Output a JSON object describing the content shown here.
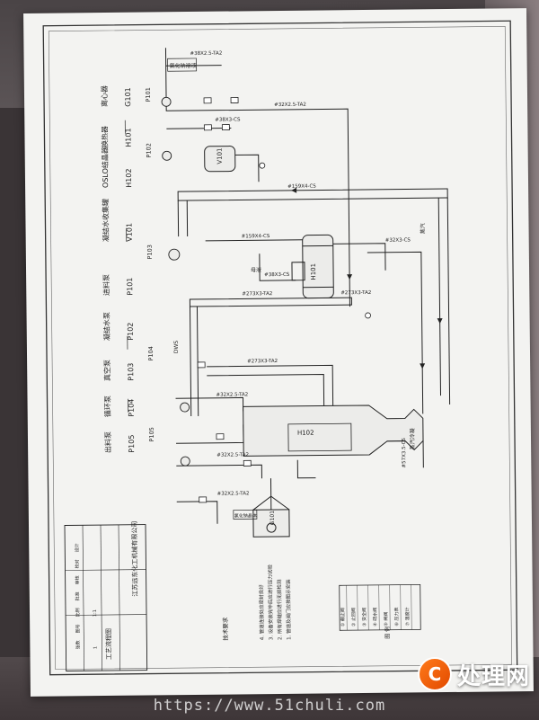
{
  "equipment_labels": [
    {
      "code": "G101",
      "name": "离心器"
    },
    {
      "code": "H101",
      "name": "换热器"
    },
    {
      "code": "H102",
      "name": "OSLO结晶器"
    },
    {
      "code": "V101",
      "name": "凝结水收集罐"
    },
    {
      "code": "P101",
      "name": "进料泵"
    },
    {
      "code": "P102",
      "name": "凝结水泵"
    },
    {
      "code": "P103",
      "name": "真空泵"
    },
    {
      "code": "P104",
      "name": "循环泵"
    },
    {
      "code": "P105",
      "name": "出料泵"
    }
  ],
  "pipe_labels": {
    "l1": "#38X2.5-TA2",
    "l2": "#32X2.5-TA2",
    "l3": "#38X3-CS",
    "l4": "#159X4-CS",
    "l5": "#159X4-CS",
    "l6": "#32X3-CS",
    "l7": "#38X3-CS",
    "l8": "#273X3-TA2",
    "l9": "#273X3-TA2",
    "l10": "#273X3-TA2",
    "l11": "#32X2.5-TA2",
    "l12": "#32X2.5-TA2",
    "l13": "#32X2.5-TA2",
    "l14": "#57X3.5-CS"
  },
  "pump_tags": [
    "P101",
    "P102",
    "P103",
    "P104",
    "P105"
  ],
  "vessel_tags": {
    "v101": "V101",
    "h101": "H101",
    "h102": "H102",
    "g101": "G101"
  },
  "stream_labels": {
    "feed": "氯化钠溶液",
    "steam_in": "蒸汽",
    "steam_out": "蒸汽冷凝",
    "product": "氯化钠晶体",
    "recycle": "母液",
    "dw": "DWS"
  },
  "notes": {
    "title": "技术要求",
    "items": [
      "1. 管道及阀门应按图示安装",
      "2. 所有焊缝应进行无损检测",
      "3. 设备安装完毕后应进行压力试验",
      "4. 管道连接处应密封良好"
    ]
  },
  "legend": {
    "title": "图 例",
    "rows": [
      {
        "name": "截止阀",
        "code": "①"
      },
      {
        "name": "止回阀",
        "code": "②"
      },
      {
        "name": "安全阀",
        "code": "③"
      },
      {
        "name": "疏水阀",
        "code": "④"
      },
      {
        "name": "闸阀",
        "code": "⑤"
      },
      {
        "name": "压力表",
        "code": "⑥"
      },
      {
        "name": "温度计",
        "code": "⑦"
      }
    ]
  },
  "title_block": {
    "company": "江苏远东化工机械有限公司",
    "drawing_name": "工艺流程图",
    "fields": [
      "设计",
      "校对",
      "审核",
      "批准",
      "比例",
      "图号",
      "张数"
    ],
    "values": [
      "",
      "",
      "",
      "",
      "1:1",
      "",
      "1"
    ]
  },
  "watermark": {
    "logo_char": "C",
    "brand": "处理网",
    "url": "https://www.51chuli.com"
  }
}
